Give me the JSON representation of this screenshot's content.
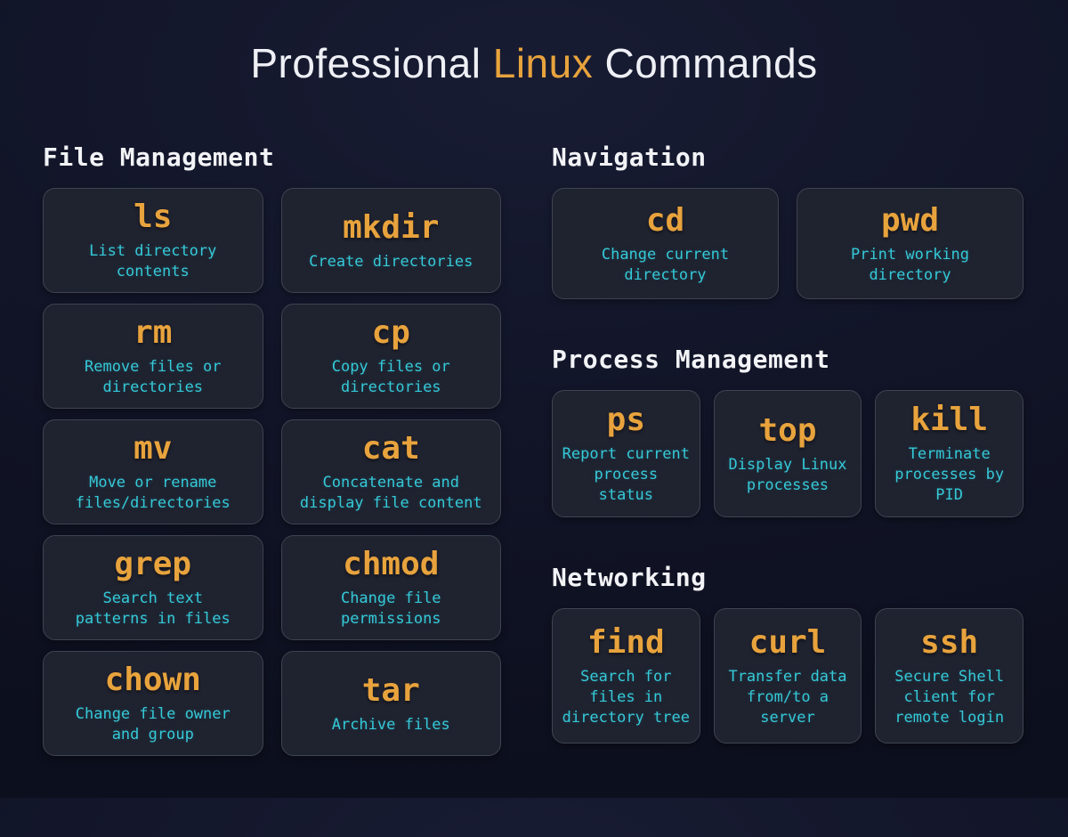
{
  "title": {
    "prefix": "Professional",
    "highlight": "Linux",
    "suffix": "Commands"
  },
  "colors": {
    "background": "#121528",
    "card_background": "#1f222f",
    "card_border": "#3f4452",
    "command_accent": "#e8a33d",
    "description_accent": "#35c9d8",
    "heading_text": "#f2f3f6"
  },
  "sections": [
    {
      "title": "File Management",
      "cards": [
        {
          "cmd": "ls",
          "desc": "List directory\ncontents"
        },
        {
          "cmd": "mkdir",
          "desc": "Create directories"
        },
        {
          "cmd": "rm",
          "desc": "Remove files or\ndirectories"
        },
        {
          "cmd": "cp",
          "desc": "Copy files or\ndirectories"
        },
        {
          "cmd": "mv",
          "desc": "Move or rename\nfiles/directories"
        },
        {
          "cmd": "cat",
          "desc": "Concatenate and\ndisplay file content"
        },
        {
          "cmd": "grep",
          "desc": "Search text\npatterns in files"
        },
        {
          "cmd": "chmod",
          "desc": "Change file\npermissions"
        },
        {
          "cmd": "chown",
          "desc": "Change file owner\nand group"
        },
        {
          "cmd": "tar",
          "desc": "Archive files"
        }
      ]
    },
    {
      "title": "Navigation",
      "cards": [
        {
          "cmd": "cd",
          "desc": "Change current\ndirectory"
        },
        {
          "cmd": "pwd",
          "desc": "Print working\ndirectory"
        }
      ]
    },
    {
      "title": "Process Management",
      "cards": [
        {
          "cmd": "ps",
          "desc": "Report current\nprocess\nstatus"
        },
        {
          "cmd": "top",
          "desc": "Display Linux\nprocesses"
        },
        {
          "cmd": "kill",
          "desc": "Terminate\nprocesses by\nPID"
        }
      ]
    },
    {
      "title": "Networking",
      "cards": [
        {
          "cmd": "find",
          "desc": "Search for\nfiles in\ndirectory tree"
        },
        {
          "cmd": "curl",
          "desc": "Transfer data\nfrom/to a\nserver"
        },
        {
          "cmd": "ssh",
          "desc": "Secure Shell\nclient for\nremote login"
        }
      ]
    }
  ]
}
